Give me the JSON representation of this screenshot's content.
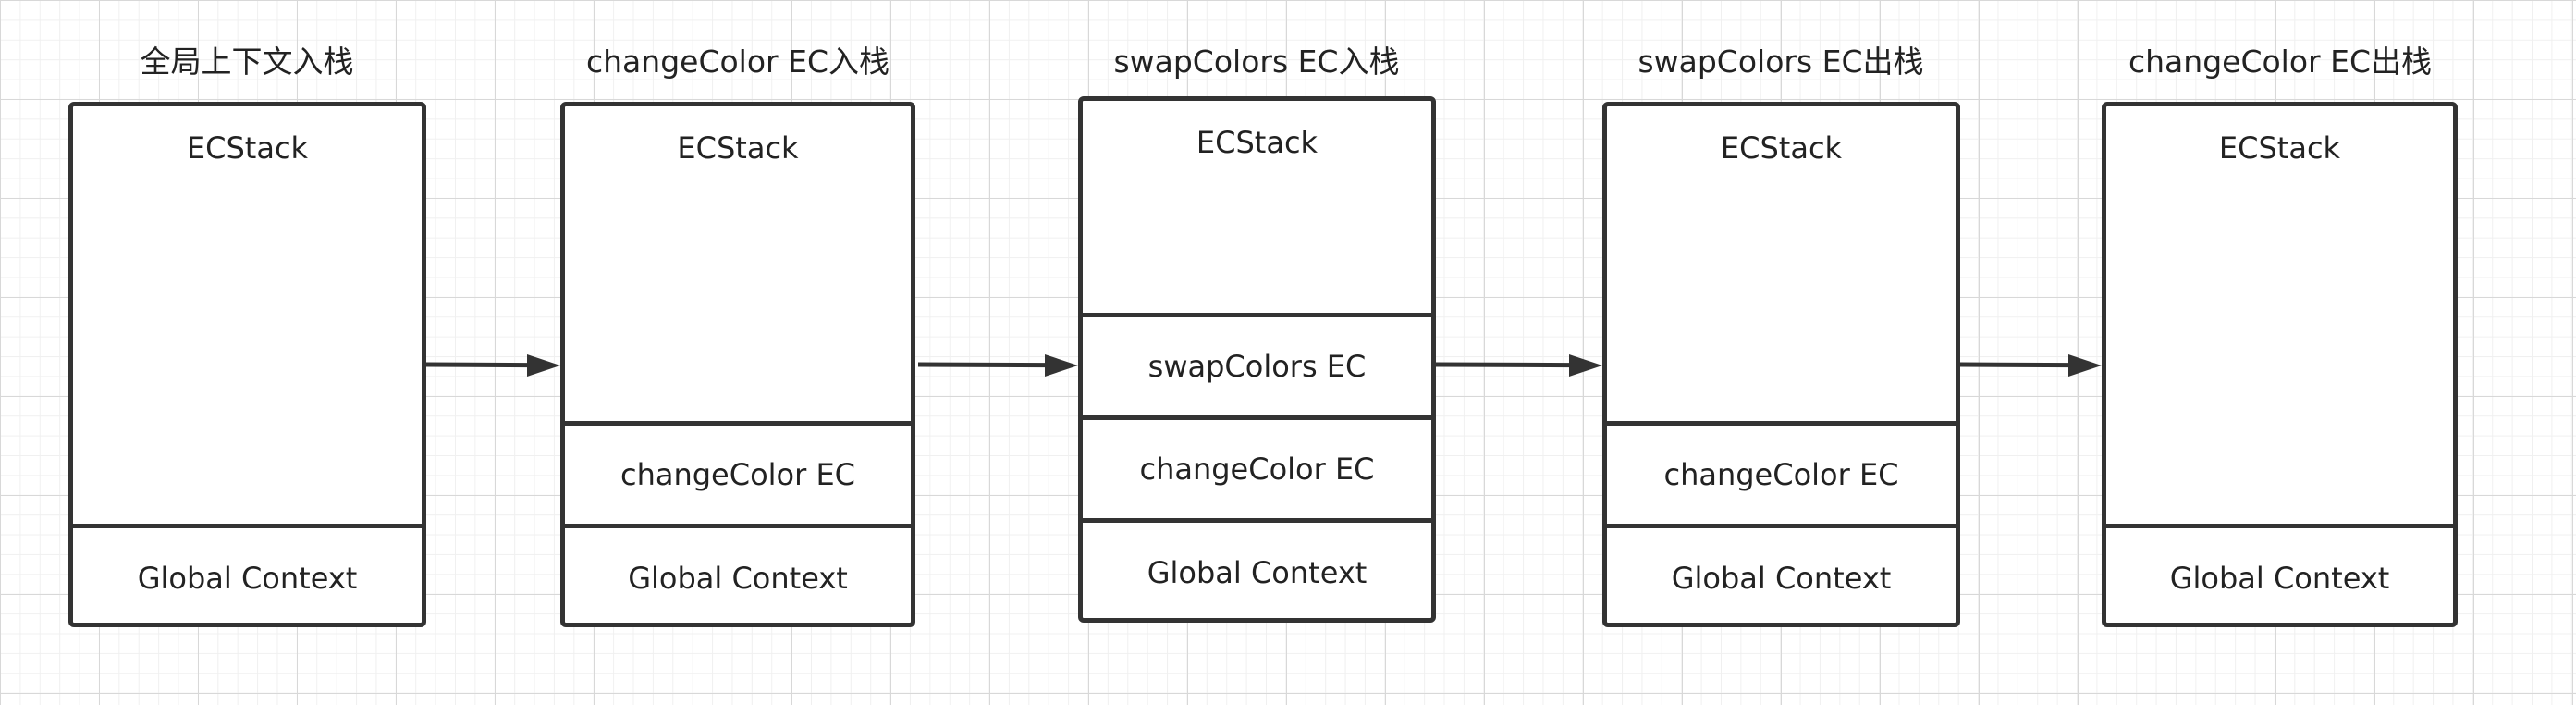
{
  "steps": [
    {
      "title": "全局上下文入栈",
      "stack_label": "ECStack",
      "frames": [
        "Global Context"
      ]
    },
    {
      "title": "changeColor EC入栈",
      "stack_label": "ECStack",
      "frames": [
        "changeColor EC",
        "Global Context"
      ]
    },
    {
      "title": "swapColors EC入栈",
      "stack_label": "ECStack",
      "frames": [
        "swapColors EC",
        "changeColor EC",
        "Global Context"
      ]
    },
    {
      "title": "swapColors EC出栈",
      "stack_label": "ECStack",
      "frames": [
        "changeColor EC",
        "Global Context"
      ]
    },
    {
      "title": "changeColor EC出栈",
      "stack_label": "ECStack",
      "frames": [
        "Global Context"
      ]
    }
  ],
  "colors": {
    "stroke": "#333333",
    "text": "#222222",
    "background": "#ffffff"
  }
}
